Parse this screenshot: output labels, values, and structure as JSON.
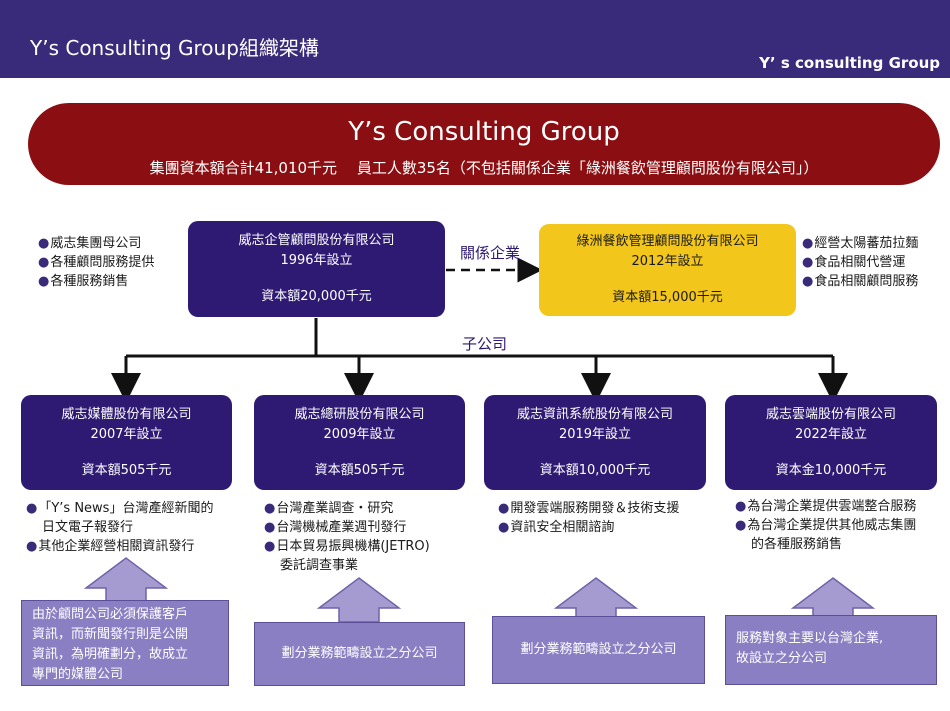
{
  "header": {
    "slide_title": "Y’s Consulting Group組織架構",
    "brand": "Y’ s consulting Group"
  },
  "banner": {
    "title": "Y’s Consulting Group",
    "subtitle": "集團資本額合計41,010千元　 員工人數35名（不包括關係企業「綠洲餐飲管理顧問股份有限公司」）"
  },
  "parent": {
    "name": "威志企管顧問股份有限公司",
    "founded": "1996年設立",
    "capital": "資本額20,000千元",
    "bullets": [
      "威志集團母公司",
      "各種顧問服務提供",
      "各種服務銷售"
    ]
  },
  "related_label": "關係企業",
  "related": {
    "name": "綠洲餐飲管理顧問股份有限公司",
    "founded": "2012年設立",
    "capital": "資本額15,000千元",
    "bullets": [
      "經營太陽蕃茄拉麵",
      "食品相關代營運",
      "食品相關顧問服務"
    ]
  },
  "subsidiary_label": "子公司",
  "subsidiaries": [
    {
      "name": "威志媒體股份有限公司",
      "founded": "2007年設立",
      "capital": "資本額505千元",
      "bullets": [
        {
          "text": "「Y’s News」台灣產經新聞的",
          "cont": "日文電子報發行"
        },
        {
          "text": "其他企業經營相關資訊發行"
        }
      ],
      "note": [
        "由於顧問公司必須保護客戶",
        "資訊，而新聞發行則是公開",
        "資訊，為明確劃分，故成立",
        "專門的媒體公司"
      ]
    },
    {
      "name": "威志總研股份有限公司",
      "founded": "2009年設立",
      "capital": "資本額505千元",
      "bullets": [
        {
          "text": "台灣產業調查・研究"
        },
        {
          "text": "台灣機械產業週刊發行"
        },
        {
          "text": "日本貿易振興機構(JETRO)",
          "cont": "委託調查事業"
        }
      ],
      "note": [
        "劃分業務範疇設立之分公司"
      ]
    },
    {
      "name": "威志資訊系統股份有限公司",
      "founded": "2019年設立",
      "capital": "資本額10,000千元",
      "bullets": [
        {
          "text": "開發雲端服務開發＆技術支援"
        },
        {
          "text": "資訊安全相關諮詢"
        }
      ],
      "note": [
        "劃分業務範疇設立之分公司"
      ]
    },
    {
      "name": "威志雲端股份有限公司",
      "founded": "2022年設立",
      "capital": "資本金10,000千元",
      "bullets": [
        {
          "text": "為台灣企業提供雲端整合服務"
        },
        {
          "text": "為台灣企業提供其他威志集團",
          "cont": "的各種服務銷售"
        }
      ],
      "note": [
        "服務對象主要以台灣企業,",
        "故設立之分公司"
      ]
    }
  ],
  "colors": {
    "header_bg": "#3a2b7a",
    "banner_bg": "#8b0f12",
    "box_bg": "#2e1a73",
    "related_bg": "#f2c61b",
    "note_bg": "#8a7fc2"
  }
}
